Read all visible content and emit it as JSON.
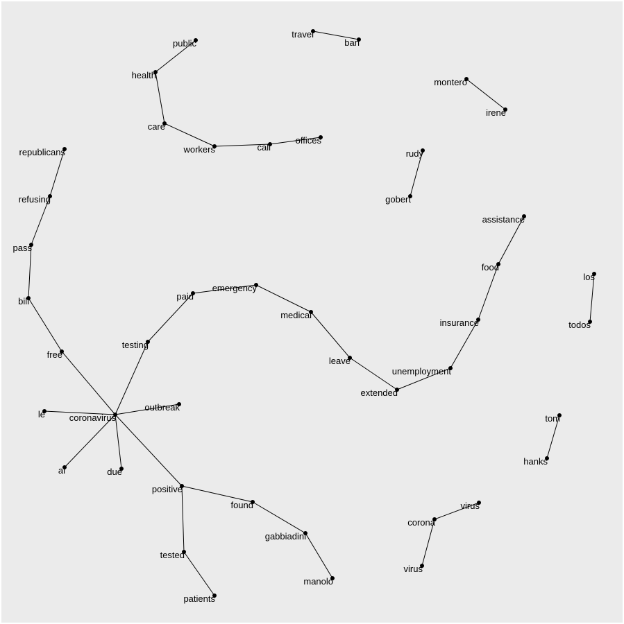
{
  "nodes": [
    {
      "id": "public"
    },
    {
      "id": "health"
    },
    {
      "id": "care"
    },
    {
      "id": "workers"
    },
    {
      "id": "call"
    },
    {
      "id": "offices"
    },
    {
      "id": "travel"
    },
    {
      "id": "ban"
    },
    {
      "id": "montero"
    },
    {
      "id": "irene"
    },
    {
      "id": "rudy"
    },
    {
      "id": "gobert"
    },
    {
      "id": "republicans"
    },
    {
      "id": "refusing"
    },
    {
      "id": "pass"
    },
    {
      "id": "bill"
    },
    {
      "id": "free"
    },
    {
      "id": "coronavirus"
    },
    {
      "id": "le"
    },
    {
      "id": "al"
    },
    {
      "id": "due"
    },
    {
      "id": "outbreak"
    },
    {
      "id": "testing"
    },
    {
      "id": "paid"
    },
    {
      "id": "emergency"
    },
    {
      "id": "medical"
    },
    {
      "id": "leave"
    },
    {
      "id": "extended"
    },
    {
      "id": "unemployment"
    },
    {
      "id": "insurance"
    },
    {
      "id": "food"
    },
    {
      "id": "assistance"
    },
    {
      "id": "los"
    },
    {
      "id": "todos"
    },
    {
      "id": "tom"
    },
    {
      "id": "hanks"
    },
    {
      "id": "positive"
    },
    {
      "id": "found"
    },
    {
      "id": "gabbiadini"
    },
    {
      "id": "manolo"
    },
    {
      "id": "tested"
    },
    {
      "id": "patients"
    },
    {
      "id": "corona"
    },
    {
      "id": "virus_a"
    },
    {
      "id": "virus_b"
    }
  ],
  "labels": {
    "public": "public",
    "health": "health",
    "care": "care",
    "workers": "workers",
    "call": "call",
    "offices": "offices",
    "travel": "travel",
    "ban": "ban",
    "montero": "montero",
    "irene": "irene",
    "rudy": "rudy",
    "gobert": "gobert",
    "republicans": "republicans",
    "refusing": "refusing",
    "pass": "pass",
    "bill": "bill",
    "free": "free",
    "coronavirus": "coronavirus",
    "le": "le",
    "al": "al",
    "due": "due",
    "outbreak": "outbreak",
    "testing": "testing",
    "paid": "paid",
    "emergency": "emergency",
    "medical": "medical",
    "leave": "leave",
    "extended": "extended",
    "unemployment": "unemployment",
    "insurance": "insurance",
    "food": "food",
    "assistance": "assistance",
    "los": "los",
    "todos": "todos",
    "tom": "tom",
    "hanks": "hanks",
    "positive": "positive",
    "found": "found",
    "gabbiadini": "gabbiadini",
    "manolo": "manolo",
    "tested": "tested",
    "patients": "patients",
    "corona": "corona",
    "virus_a": "virus",
    "virus_b": "virus"
  },
  "edges": [
    [
      "public",
      "health"
    ],
    [
      "health",
      "care"
    ],
    [
      "care",
      "workers"
    ],
    [
      "workers",
      "call"
    ],
    [
      "call",
      "offices"
    ],
    [
      "travel",
      "ban"
    ],
    [
      "montero",
      "irene"
    ],
    [
      "rudy",
      "gobert"
    ],
    [
      "republicans",
      "refusing"
    ],
    [
      "refusing",
      "pass"
    ],
    [
      "pass",
      "bill"
    ],
    [
      "bill",
      "free"
    ],
    [
      "free",
      "coronavirus"
    ],
    [
      "coronavirus",
      "le"
    ],
    [
      "coronavirus",
      "al"
    ],
    [
      "coronavirus",
      "due"
    ],
    [
      "coronavirus",
      "outbreak"
    ],
    [
      "coronavirus",
      "testing"
    ],
    [
      "coronavirus",
      "positive"
    ],
    [
      "testing",
      "paid"
    ],
    [
      "paid",
      "emergency"
    ],
    [
      "emergency",
      "medical"
    ],
    [
      "medical",
      "leave"
    ],
    [
      "leave",
      "extended"
    ],
    [
      "extended",
      "unemployment"
    ],
    [
      "unemployment",
      "insurance"
    ],
    [
      "insurance",
      "food"
    ],
    [
      "food",
      "assistance"
    ],
    [
      "los",
      "todos"
    ],
    [
      "tom",
      "hanks"
    ],
    [
      "positive",
      "found"
    ],
    [
      "found",
      "gabbiadini"
    ],
    [
      "gabbiadini",
      "manolo"
    ],
    [
      "positive",
      "tested"
    ],
    [
      "tested",
      "patients"
    ],
    [
      "corona",
      "virus_a"
    ],
    [
      "corona",
      "virus_b"
    ]
  ]
}
